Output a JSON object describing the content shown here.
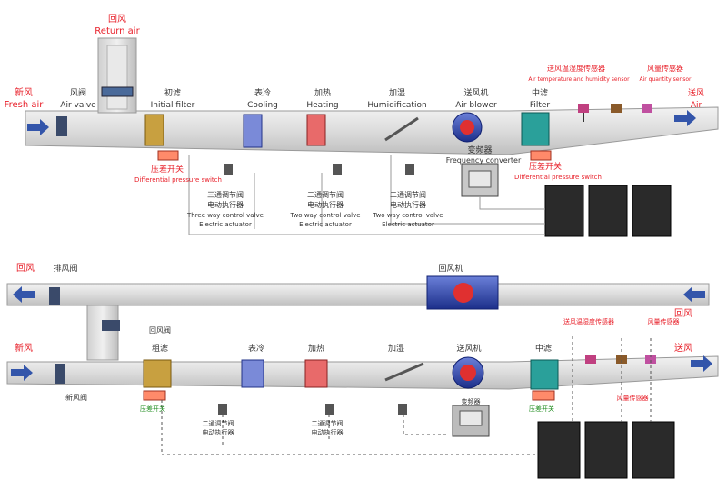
{
  "top": {
    "return_air_cn": "回风",
    "return_air_en": "Return air",
    "fresh_air_cn": "新风",
    "fresh_air_en": "Fresh air",
    "air_valve_cn": "风阀",
    "air_valve_en": "Air valve",
    "initial_filter_cn": "初滤",
    "initial_filter_en": "Initial filter",
    "cooling_cn": "表冷",
    "cooling_en": "Cooling",
    "heating_cn": "加热",
    "heating_en": "Heating",
    "humid_cn": "加湿",
    "humid_en": "Humidification",
    "blower_cn": "送风机",
    "blower_en": "Air blower",
    "filter_cn": "中滤",
    "filter_en": "Filter",
    "th_sensor_cn": "送风温湿度传感器",
    "th_sensor_en": "Air temperature and humidity sensor",
    "aq_sensor_cn": "风量传感器",
    "aq_sensor_en": "Air quantity sensor",
    "supply_cn": "送风",
    "supply_en": "Air",
    "freq_cn": "变频器",
    "freq_en": "Frequency converter",
    "dps1_cn": "压差开关",
    "dps1_en": "Differential pressure switch",
    "dps2_cn": "压差开关",
    "dps2_en": "Differential pressure switch",
    "valve3_cn1": "三通调节阀",
    "valve3_cn2": "电动执行器",
    "valve3_en1": "Three way control valve",
    "valve3_en2": "Electric actuator",
    "valve2a_cn1": "二通调节阀",
    "valve2a_cn2": "电动执行器",
    "valve2a_en1": "Two way control valve",
    "valve2a_en2": "Electric actuator",
    "valve2b_cn1": "二通调节阀",
    "valve2b_cn2": "电动执行器",
    "valve2b_en1": "Two way control valve",
    "valve2b_en2": "Electric actuator"
  },
  "bottom": {
    "return_air": "回风",
    "exhaust_valve": "排风阀",
    "return_fan": "回风机",
    "return_air_right": "回风",
    "return_valve": "回风阀",
    "fresh_air": "新风",
    "fresh_valve": "新风阀",
    "coarse_filter": "粗滤",
    "cooling": "表冷",
    "heating": "加热",
    "humid": "加湿",
    "blower": "送风机",
    "mid_filter": "中滤",
    "supply_air": "送风",
    "th_sensor": "送风温湿度传感器",
    "aq_sensor": "风量传感器",
    "dps1": "压差开关",
    "dps2": "压差开关",
    "freq": "变频器",
    "valve_a1": "二通调节阀",
    "valve_a2": "电动执行器",
    "valve_b1": "二通调节阀",
    "valve_b2": "电动执行器"
  }
}
